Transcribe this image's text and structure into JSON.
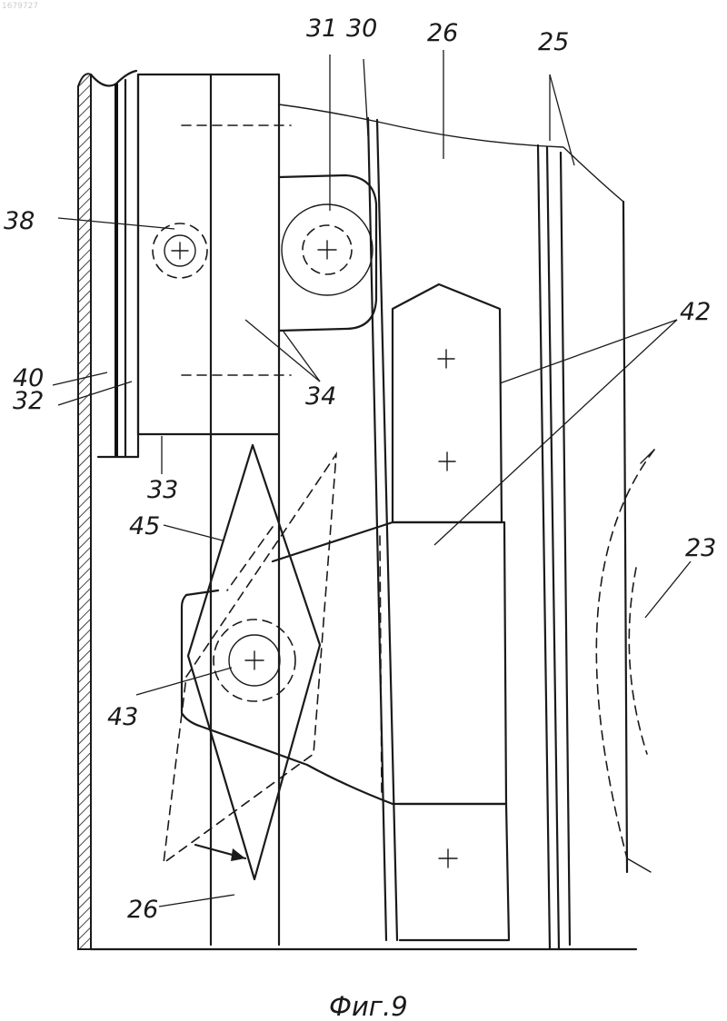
{
  "watermark": "1679727",
  "caption": "Фиг.9",
  "labels": {
    "l31": "31",
    "l30": "30",
    "l26_top": "26",
    "l25": "25",
    "l38": "38",
    "l42": "42",
    "l40": "40",
    "l32": "32",
    "l34": "34",
    "l33": "33",
    "l45": "45",
    "l23": "23",
    "l43": "43",
    "l26_bottom": "26"
  }
}
